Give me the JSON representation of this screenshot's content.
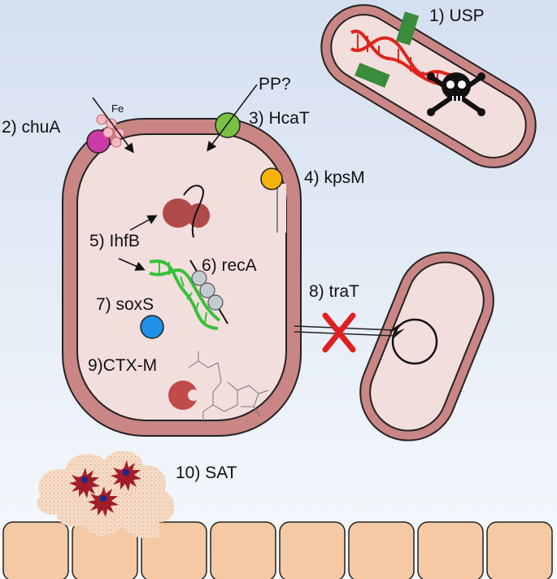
{
  "labels": {
    "usp": "1) USP",
    "chua": "2) chuA",
    "hcat": "3) HcaT",
    "kpsm": "4) kpsM",
    "ihfb": "5) IhfB",
    "reca": "6) recA",
    "soxs": "7) soxS",
    "trat": "8) traT",
    "ctxm": "9)CTX-M",
    "sat": "10) SAT",
    "fe": "Fe",
    "pp": "PP?"
  },
  "colors": {
    "background_top": "#d4e0f0",
    "background_bottom": "#f7f9fd",
    "cell_wall": "#c98685",
    "cytoplasm": "#f3dede",
    "outline": "#222222",
    "chua_transporter": "#cc3aa8",
    "hcat_transporter": "#7ac143",
    "kpsm_transporter": "#f5b30c",
    "soxs_protein": "#1e90e6",
    "usp_toxin": "#3a8b3c",
    "dna_red": "#e0241b",
    "dna_green": "#36c03a",
    "recA_bead": "#c3cbd2",
    "ribosome": "#b04a4a",
    "ctxm_enzyme": "#c14a4a",
    "trat_block": "#e02020",
    "epithelium": "#f4c9a3",
    "sat_cloud": "#f6dcc6",
    "sat_star": "#a21c2a"
  },
  "icons": [
    "skull-crossbones-icon",
    "dna-helix-icon",
    "ribosome-icon",
    "plasmid-icon",
    "cross-x-icon",
    "star-burst-icon"
  ]
}
